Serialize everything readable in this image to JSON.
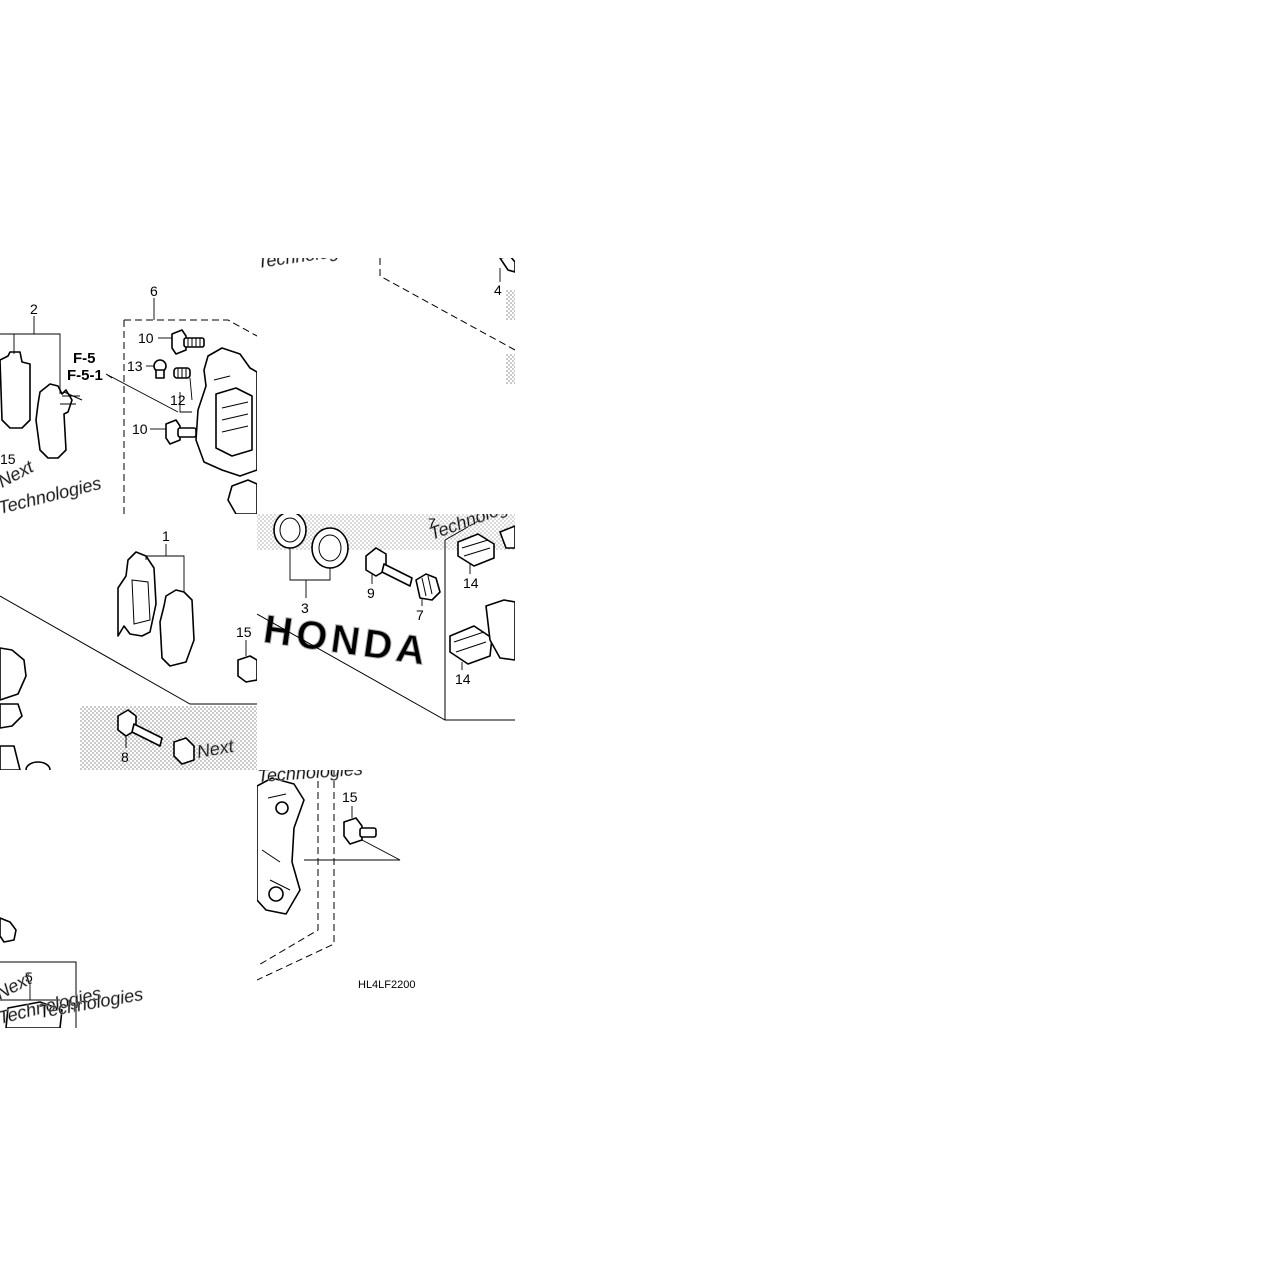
{
  "diagram": {
    "callouts": {
      "c1": "1",
      "c2": "2",
      "c3": "3",
      "c4": "4",
      "c5": "5",
      "c6": "6",
      "c7a": "7",
      "c7b": "7",
      "c8": "8",
      "c9": "9",
      "c10a": "10",
      "c10b": "10",
      "c12": "12",
      "c13": "13",
      "c14a": "14",
      "c14b": "14",
      "c15a": "15",
      "c15b": "15",
      "c15c": "15"
    },
    "references": {
      "ref1": "F-5",
      "ref2": "F-5-1"
    },
    "diagram_code": "HL4LF2200",
    "watermarks": {
      "w1": "Next",
      "w2": "Technologies",
      "w3": "Technologies",
      "w4": "Next",
      "w5": "Technologies",
      "w6": "Next",
      "w7": "Technologies",
      "w8": "Technologies",
      "w9": "Technologies"
    },
    "brand_mark": "HONDA"
  }
}
